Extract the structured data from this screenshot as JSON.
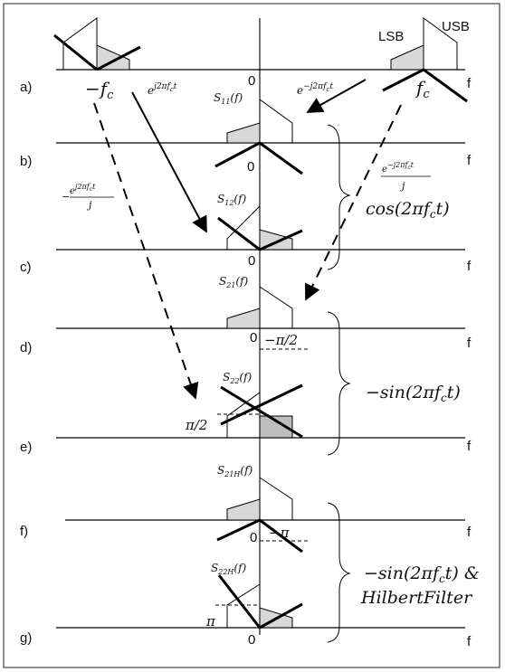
{
  "axis_label": "f",
  "origin_label": "0",
  "rows": [
    {
      "key": "a",
      "label": "a)"
    },
    {
      "key": "b",
      "label": "b)"
    },
    {
      "key": "c",
      "label": "c)"
    },
    {
      "key": "d",
      "label": "d)"
    },
    {
      "key": "e",
      "label": "e)"
    },
    {
      "key": "f",
      "label": "f)"
    },
    {
      "key": "g",
      "label": "g)"
    }
  ],
  "spectrum_labels": {
    "lsb": "LSB",
    "usb": "USB",
    "neg_fc": "−f c",
    "neg_fc_main": "−f",
    "fc_main": "f",
    "fc_sub": "c"
  },
  "signal_labels": {
    "s11": "S",
    "s11_sub": "11",
    "s12": "S",
    "s12_sub": "12",
    "s21": "S",
    "s21_sub": "21",
    "s22": "S",
    "s22_sub": "22",
    "s21h": "S",
    "s21h_sub": "21H",
    "s22h": "S",
    "s22h_sub": "22H",
    "arg": "(f)"
  },
  "arrow_labels": {
    "pos_exp": "e",
    "pos_exp_sup": "j2πf",
    "pos_exp_sup_sub": "c",
    "pos_exp_sup_t": "t",
    "neg_exp": "e",
    "neg_exp_sup": "−j2πf",
    "neg_exp_sup_sub": "c",
    "neg_exp_sup_t": "t",
    "frac_left_num": "e",
    "frac_left_sup": "j2πf",
    "frac_left_sup_sub": "c",
    "frac_left_sup_t": "t",
    "frac_left_den": "j",
    "frac_left_minus": "−",
    "frac_right_num": "e",
    "frac_right_sup": "−j2πf",
    "frac_right_sup_sub": "c",
    "frac_right_sup_t": "t",
    "frac_right_den": "j"
  },
  "phase_labels": {
    "neg_pi_half": "−π/2",
    "pi_half": "π/2",
    "neg_pi": "−π",
    "pi": "π"
  },
  "brace_labels": {
    "cos": "cos(2πf",
    "cos_sub": "c",
    "cos_end": "t)",
    "neg_sin": "−sin(2πf",
    "neg_sin_sub": "c",
    "neg_sin_end": "t)",
    "hilbert_line1": "−sin(2πf",
    "hilbert_line1_sub": "c",
    "hilbert_line1_end": "t)  &",
    "hilbert_line2": "HilbertFilter"
  }
}
